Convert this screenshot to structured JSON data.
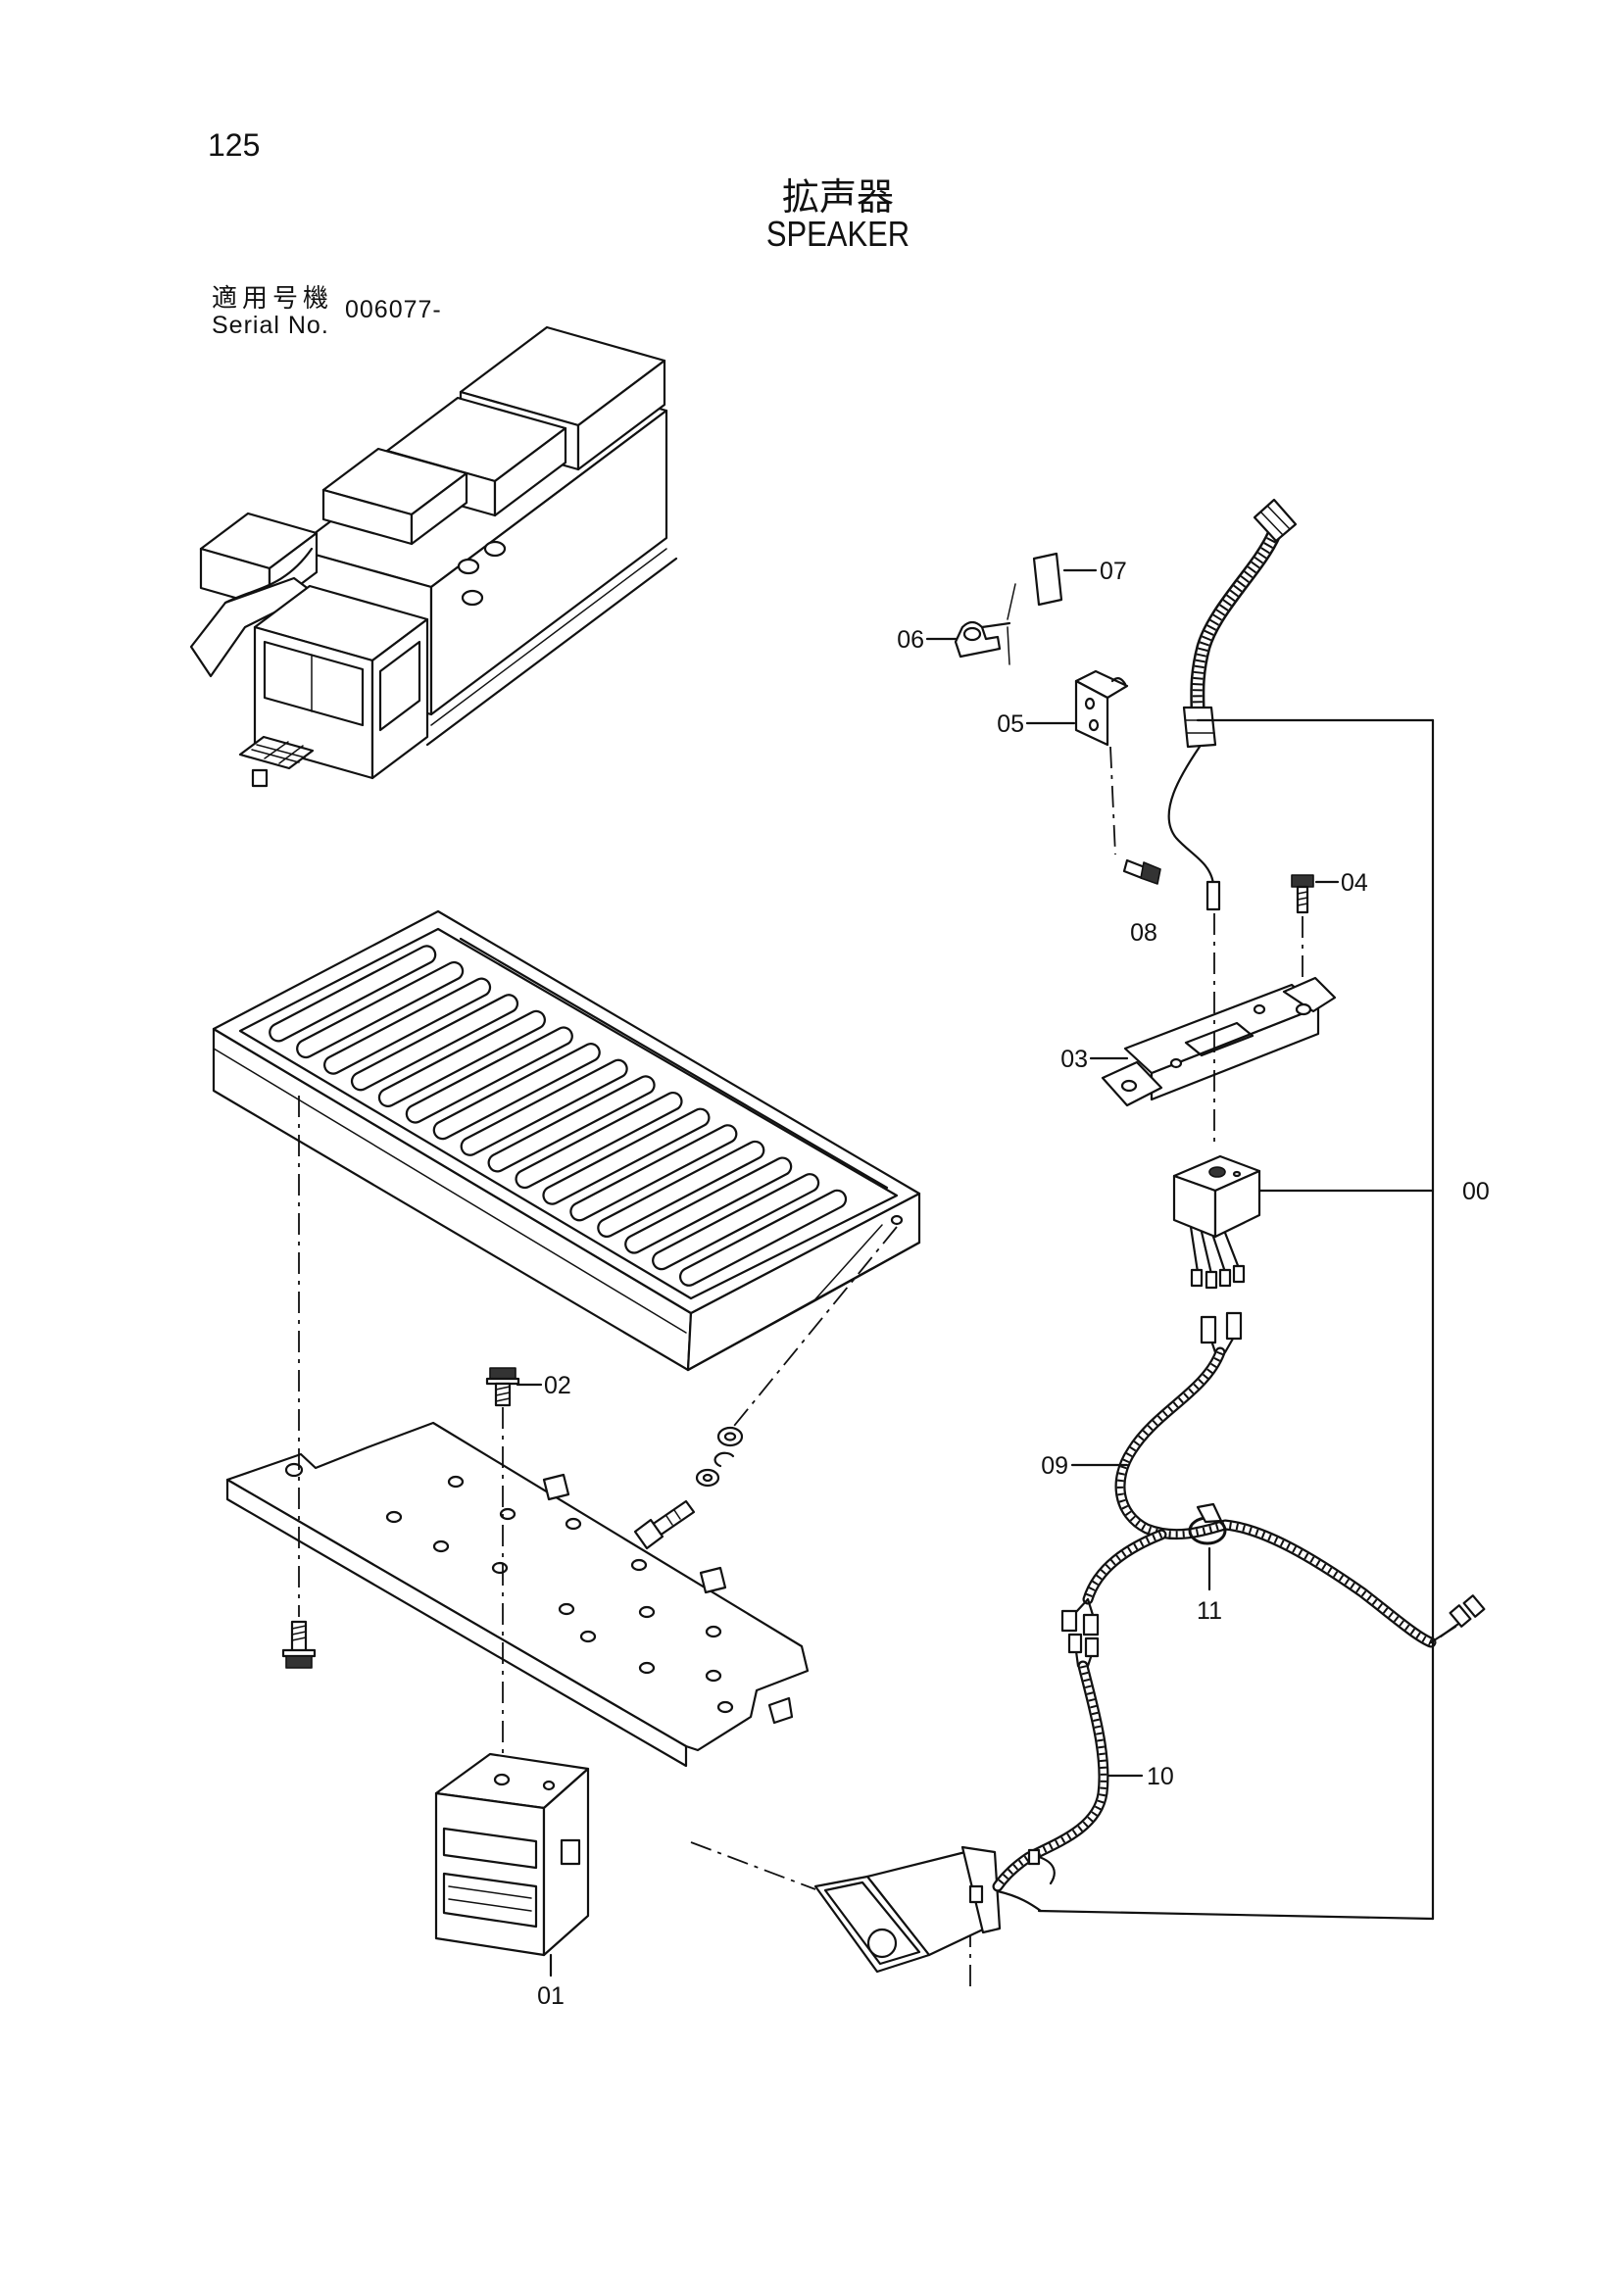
{
  "page": {
    "number": "125"
  },
  "title": {
    "ja": "拡声器",
    "en": "SPEAKER"
  },
  "serial": {
    "label_ja": "適用号機",
    "label_en": "Serial No.",
    "value": "006077-"
  },
  "callouts": [
    "00",
    "01",
    "02",
    "03",
    "04",
    "05",
    "06",
    "07",
    "08",
    "09",
    "10",
    "11"
  ]
}
